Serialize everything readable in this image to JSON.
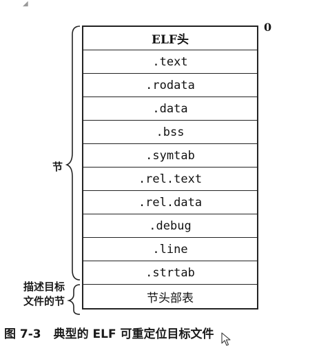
{
  "corner_mark": "◢",
  "offset_label": "0",
  "sections": [
    {
      "label": "ELF头",
      "kind": "header"
    },
    {
      "label": ".text",
      "kind": "mono"
    },
    {
      "label": ".rodata",
      "kind": "mono"
    },
    {
      "label": ".data",
      "kind": "mono"
    },
    {
      "label": ".bss",
      "kind": "mono"
    },
    {
      "label": ".symtab",
      "kind": "mono"
    },
    {
      "label": ".rel.text",
      "kind": "mono"
    },
    {
      "label": ".rel.data",
      "kind": "mono"
    },
    {
      "label": ".debug",
      "kind": "mono"
    },
    {
      "label": ".line",
      "kind": "mono"
    },
    {
      "label": ".strtab",
      "kind": "mono"
    },
    {
      "label": "节头部表",
      "kind": "cjk"
    }
  ],
  "braces": {
    "sections_label": "节",
    "section_header_table_label_line1": "描述目标",
    "section_header_table_label_line2": "文件的节"
  },
  "caption": {
    "number": "图 7-3",
    "title": "典型的 ELF 可重定位目标文件"
  },
  "icons": {
    "cursor": "mouse-pointer-icon"
  }
}
